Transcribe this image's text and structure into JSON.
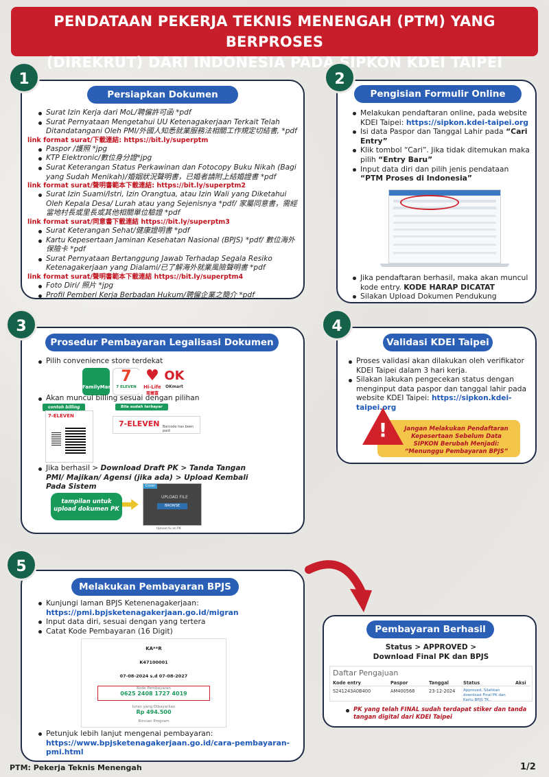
{
  "banner": {
    "line1": "PENDATAAN PEKERJA TEKNIS MENENGAH (PTM) YANG BERPROSES",
    "line2": "(DIREKRUT) DARI INDONESIA PADA SIPKON KDEI TAIPEI"
  },
  "step1": {
    "num": "1",
    "title": "Persiapkan Dokumen",
    "i1": "Surat Izin Kerja dari MoL/聘僱許可函 *pdf",
    "i2": "Surat Pernyataan Mengetahui UU Ketenagakerjaan Terkait Telah Ditandatangani Oleh PMI/外國人知悉就業服務法相關工作規定切結書, *pdf",
    "l1": "link format surat/下載連結: https://bit.ly/superptm",
    "i3": "Paspor /護照 *jpg",
    "i4": "KTP Elektronic/數位身分證*jpg",
    "i5": "Surat Keterangan Status Perkawinan dan Fotocopy Buku Nikah (Bagi yang Sudah Menikah)/婚姻狀況聲明書，已婚者請附上結婚證書 *pdf",
    "l2": "link format surat/聲明書範本下載連結: https://bit.ly/superptm2",
    "i6": "Surat Izin Suami/Istri, Izin Orangtua, atau Izin Wali yang Diketahui Oleh Kepala Desa/ Lurah atau yang Sejenisnya *pdf/ 家屬同意書，需經當地村長或里長或其他相關單位驗證 *pdf",
    "l3": "link format surat/同意書下載連結 https://bit.ly/superptm3",
    "i7": "Surat Keterangan Sehat/健康證明書 *pdf",
    "i8": "Kartu Kepesertaan Jaminan Kesehatan Nasional (BPJS) *pdf/ 數位海外保險卡 *pdf",
    "i9": "Surat Pernyataan Bertanggung Jawab Terhadap Segala Resiko Ketenagakerjaan yang Dialami/已了解海外就業風險聲明書 *pdf",
    "l4": "link format surat/聲明書範本下載連結 https://bit.ly/superptm4",
    "i10": "Foto Diri/ 照片 *jpg",
    "i11": "Profil Pemberi Kerja Berbadan Hukum/聘僱企業之簡介 *pdf"
  },
  "step2": {
    "num": "2",
    "title": "Pengisian Formulir Online",
    "i1a": "Melakukan pendaftaran online, pada website KDEI Taipei: ",
    "i1b": "https://sipkon.kdei-taipei.org",
    "i2a": "Isi data Paspor dan Tanggal Lahir pada ",
    "i2b": "“Cari Entry”",
    "i3a": "Klik tombol “Cari”. Jika tidak ditemukan maka pilih ",
    "i3b": "“Entry Baru”",
    "i4a": "Input data diri dan pilih jenis pendataan ",
    "i4b": "“PTM Proses di Indonesia”",
    "i5a": "Jika pendaftaran berhasil, maka akan muncul kode entry. ",
    "i5b": "KODE HARAP DICATAT",
    "i6": "Silakan Upload Dokumen Pendukung"
  },
  "step3": {
    "num": "3",
    "title": "Prosedur Pembayaran Legalisasi Dokumen",
    "i1": "Pilih convenience store terdekat",
    "stores": [
      "FamilyMart",
      "7 ELEVEN",
      "Hi-Life",
      "OK"
    ],
    "store_sub": [
      "",
      "",
      "萊爾富",
      "OKmart"
    ],
    "i2": "Akan muncul billing sesuai dengan pilihan",
    "tag1": "contoh billing",
    "tag2": "Bila sudah terbayar",
    "seven": "7-ELEVEN",
    "paid": "Barcode has been paid",
    "i3a": "Jika berhasil > ",
    "i3b": "Download Draft PK > Tanda Tangan PMI/ Majikan/ Agensi (jika ada) > Upload Kembali Pada Sistem",
    "upl_note": "tampilan untuk upload dokumen PK",
    "upl_title": "UPLOAD FILE",
    "upl_btn": "BROWSE",
    "upl_caption": "Upload fu an PK",
    "upl_tab": "Cover"
  },
  "step4": {
    "num": "4",
    "title": "Validasi KDEI Taipei",
    "i1": "Proses validasi akan dilakukan oleh verifikator KDEI Taipei dalam 3 hari kerja.",
    "i2a": "Silakan lakukan pengecekan status dengan menginput data paspor dan tanggal lahir pada website KDEI Taipei: ",
    "i2b": "https://sipkon.kdei-taipei.org",
    "warn": "Jangan Melakukan Pendaftaran Kepesertaan Sebelum Data SIPKON Berubah Menjadi: “Menunggu Pembayaran BPJS”"
  },
  "step5": {
    "num": "5",
    "title": "Melakukan Pembayaran BPJS",
    "i1a": "Kunjungi laman BPJS Ketenenagakerjaan: ",
    "i1b": "https://pmi.bpjsketenagakerjaan.go.id/migran",
    "i2": "Input data diri, sesuai dengan yang tertera",
    "i3": "Catat Kode Pembayaran (16 Digit)",
    "r_name": "KA**R",
    "r_id": "K47100001",
    "r_dates": "07-08-2024 s.d 07-08-2027",
    "r_code_lbl": "Kode Pembayaran",
    "r_code": "0625 2408 1727 4019",
    "r_amt_lbl": "Iuran yang Dibayarkan",
    "r_amt": "Rp 494.500",
    "r_prog": "Rincian Program",
    "i4a": "Petunjuk lebih lanjut mengenai pembayaran: ",
    "i4b": "https://www.bpjsketenagakerjaan.go.id/cara-pembayaran-pmi.html"
  },
  "step6": {
    "title": "Pembayaran Berhasil",
    "status1": "Status > APPROVED >",
    "status2": "Download Final PK dan BPJS",
    "table_title": "Daftar Pengajuan",
    "cols": [
      "Kode entry",
      "Paspor",
      "Tanggal",
      "Status",
      "Aksi"
    ],
    "row": [
      "S241243A0B400",
      "AM400568",
      "23-12-2024",
      "Approved, Silahkan download Final PK dan Kartu BPJS TK..",
      ""
    ],
    "note": "PK yang telah FINAL sudah terdapat stiker dan tanda tangan digital dari KDEI Taipei"
  },
  "footer": {
    "left": "PTM: Pekerja Teknis Menengah",
    "right": "1/2"
  }
}
